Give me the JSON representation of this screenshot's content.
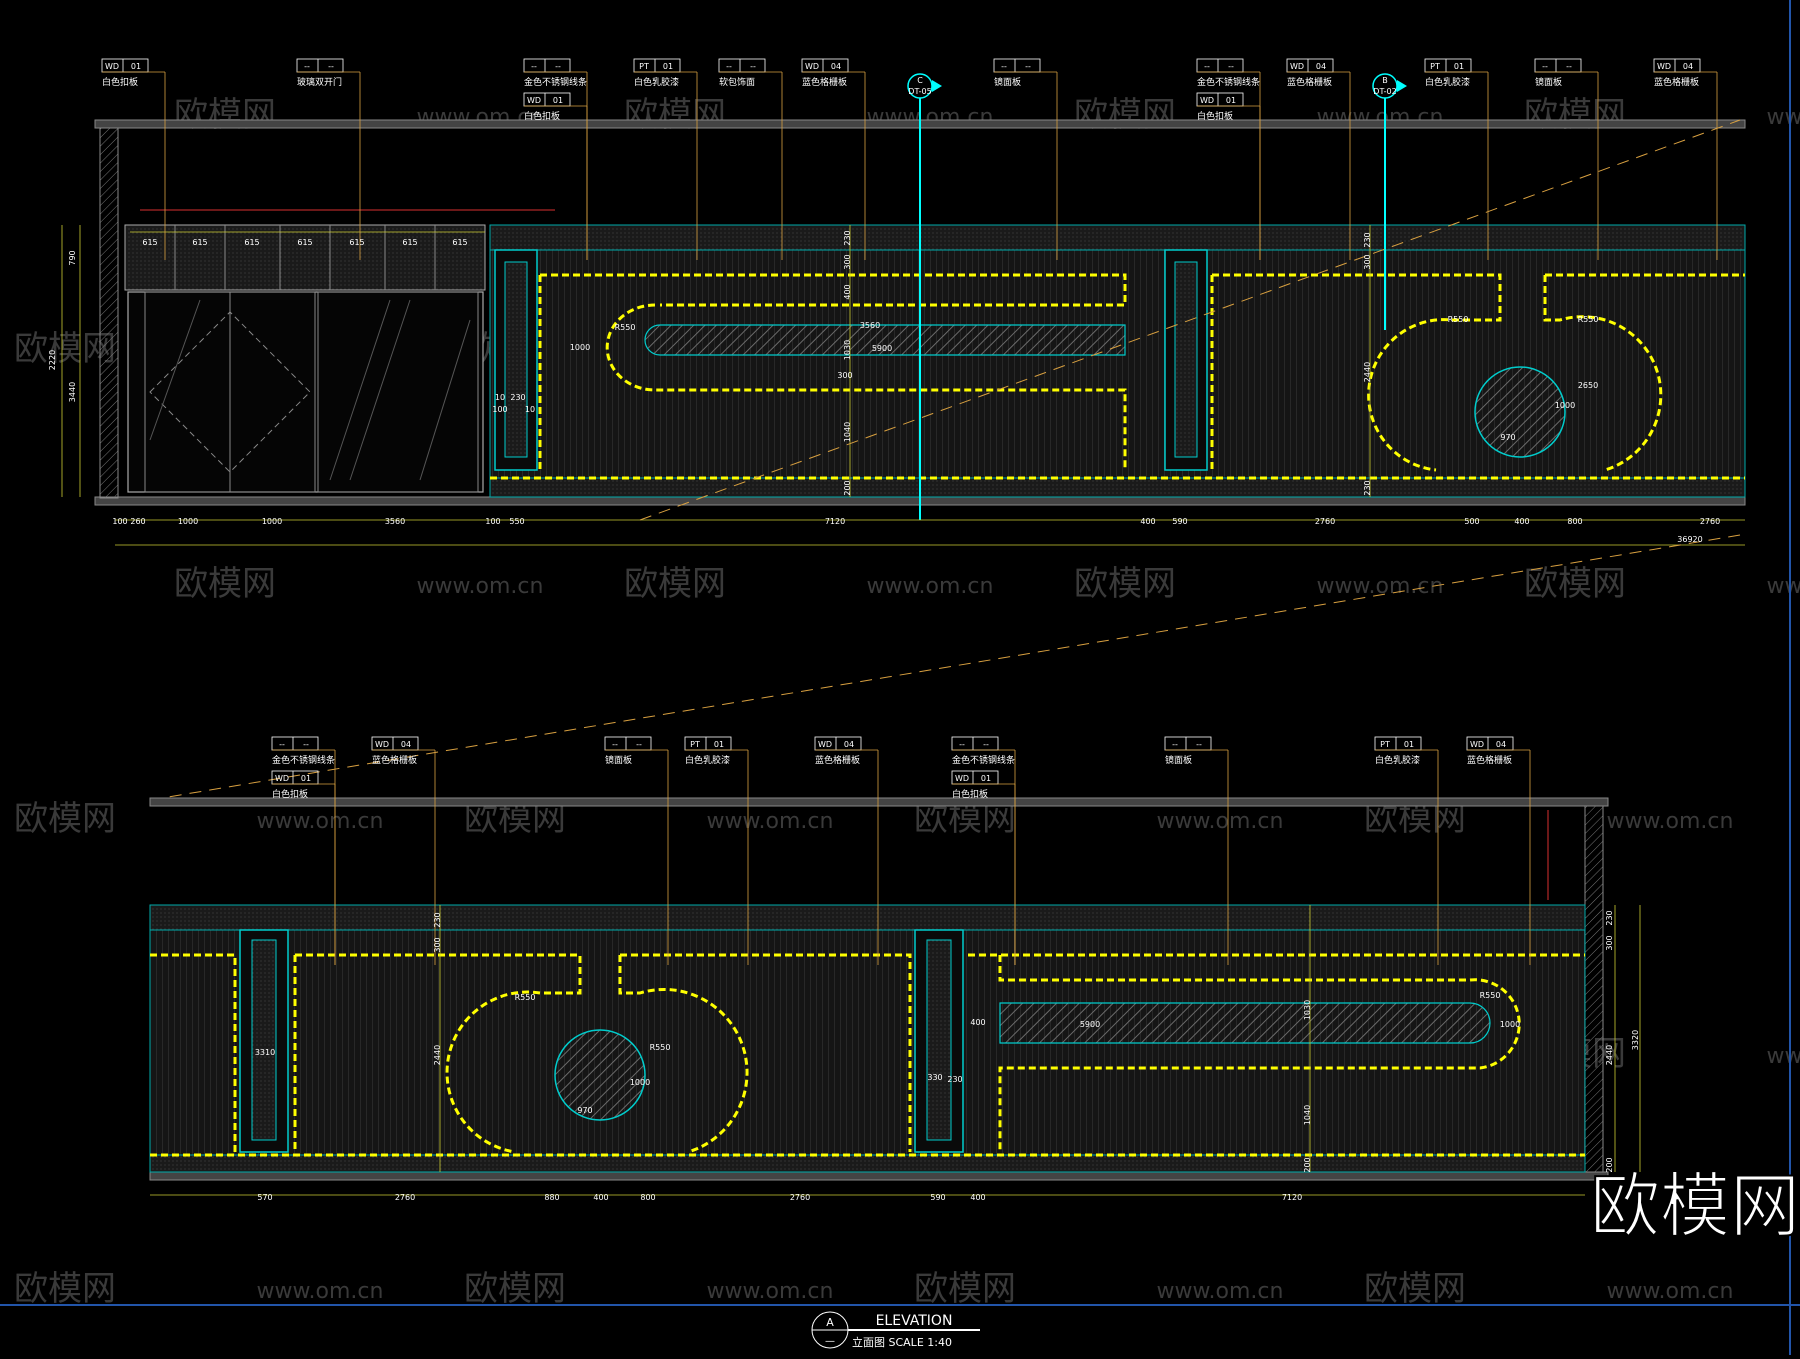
{
  "watermarks": {
    "brand": "欧模网",
    "url": "www.om.cn",
    "url_short": "om.cn"
  },
  "title_block": {
    "tag": "A",
    "tag_sub": "—",
    "title": "ELEVATION",
    "subtitle": "立面图 SCALE 1:40"
  },
  "top_elevation": {
    "tags": [
      {
        "code": "WD",
        "num": "01",
        "label": "白色扣板"
      },
      {
        "code": "--",
        "num": "--",
        "label": "玻璃双开门"
      },
      {
        "code": "--",
        "num": "--",
        "label": "金色不锈钢线条"
      },
      {
        "code": "WD",
        "num": "01",
        "label": "白色扣板"
      },
      {
        "code": "PT",
        "num": "01",
        "label": "白色乳胶漆"
      },
      {
        "code": "--",
        "num": "--",
        "label": "软包饰面"
      },
      {
        "code": "WD",
        "num": "04",
        "label": "蓝色格栅板"
      },
      {
        "code": "--",
        "num": "--",
        "label": "镜面板"
      },
      {
        "code": "--",
        "num": "--",
        "label": "金色不锈钢线条"
      },
      {
        "code": "WD",
        "num": "01",
        "label": "白色扣板"
      },
      {
        "code": "WD",
        "num": "04",
        "label": "蓝色格栅板"
      },
      {
        "code": "PT",
        "num": "01",
        "label": "白色乳胶漆"
      },
      {
        "code": "--",
        "num": "--",
        "label": "镜面板"
      },
      {
        "code": "WD",
        "num": "04",
        "label": "蓝色格栅板"
      }
    ],
    "sections": [
      {
        "letter": "C",
        "code": "DT-05"
      },
      {
        "letter": "B",
        "code": "DT-02"
      }
    ],
    "door_top_dims": [
      "615",
      "615",
      "615",
      "615",
      "615",
      "615",
      "615"
    ],
    "left_dims": [
      "790",
      "2220",
      "3440"
    ],
    "bottom_dims": [
      "100",
      "260",
      "1000",
      "1000",
      "3560",
      "100",
      "550",
      "7120",
      "400",
      "590",
      "2760",
      "500",
      "400",
      "800",
      "2760"
    ],
    "total_dim": "36920",
    "inner_dims": [
      "230",
      "300",
      "400",
      "1030",
      "1040",
      "230",
      "300",
      "2440",
      "230",
      "5900",
      "1000",
      "R550",
      "R550",
      "R550",
      "2650",
      "1000",
      "970",
      "3560",
      "200",
      "300",
      "10",
      "100",
      "230",
      "10"
    ]
  },
  "bottom_elevation": {
    "tags": [
      {
        "code": "--",
        "num": "--",
        "label": "金色不锈钢线条"
      },
      {
        "code": "WD",
        "num": "01",
        "label": "白色扣板"
      },
      {
        "code": "WD",
        "num": "04",
        "label": "蓝色格栅板"
      },
      {
        "code": "--",
        "num": "--",
        "label": "镜面板"
      },
      {
        "code": "PT",
        "num": "01",
        "label": "白色乳胶漆"
      },
      {
        "code": "WD",
        "num": "04",
        "label": "蓝色格栅板"
      },
      {
        "code": "--",
        "num": "--",
        "label": "金色不锈钢线条"
      },
      {
        "code": "WD",
        "num": "01",
        "label": "白色扣板"
      },
      {
        "code": "--",
        "num": "--",
        "label": "镜面板"
      },
      {
        "code": "PT",
        "num": "01",
        "label": "白色乳胶漆"
      },
      {
        "code": "WD",
        "num": "04",
        "label": "蓝色格栅板"
      }
    ],
    "right_dims": [
      "230",
      "300",
      "3320",
      "2440",
      "200"
    ],
    "bottom_dims": [
      "570",
      "2760",
      "880",
      "400",
      "800",
      "2760",
      "590",
      "400",
      "7120"
    ],
    "inner_dims": [
      "3310",
      "230",
      "300",
      "2440",
      "R550",
      "R550",
      "1000",
      "970",
      "330",
      "230",
      "5900",
      "1000",
      "R550",
      "400",
      "1040",
      "1030",
      "200"
    ]
  },
  "colors": {
    "background": "#000000",
    "outline": "#00ffff",
    "led": "#ffff00",
    "dim": "#ffff66",
    "wall": "#555555",
    "orange": "#d8a040"
  }
}
